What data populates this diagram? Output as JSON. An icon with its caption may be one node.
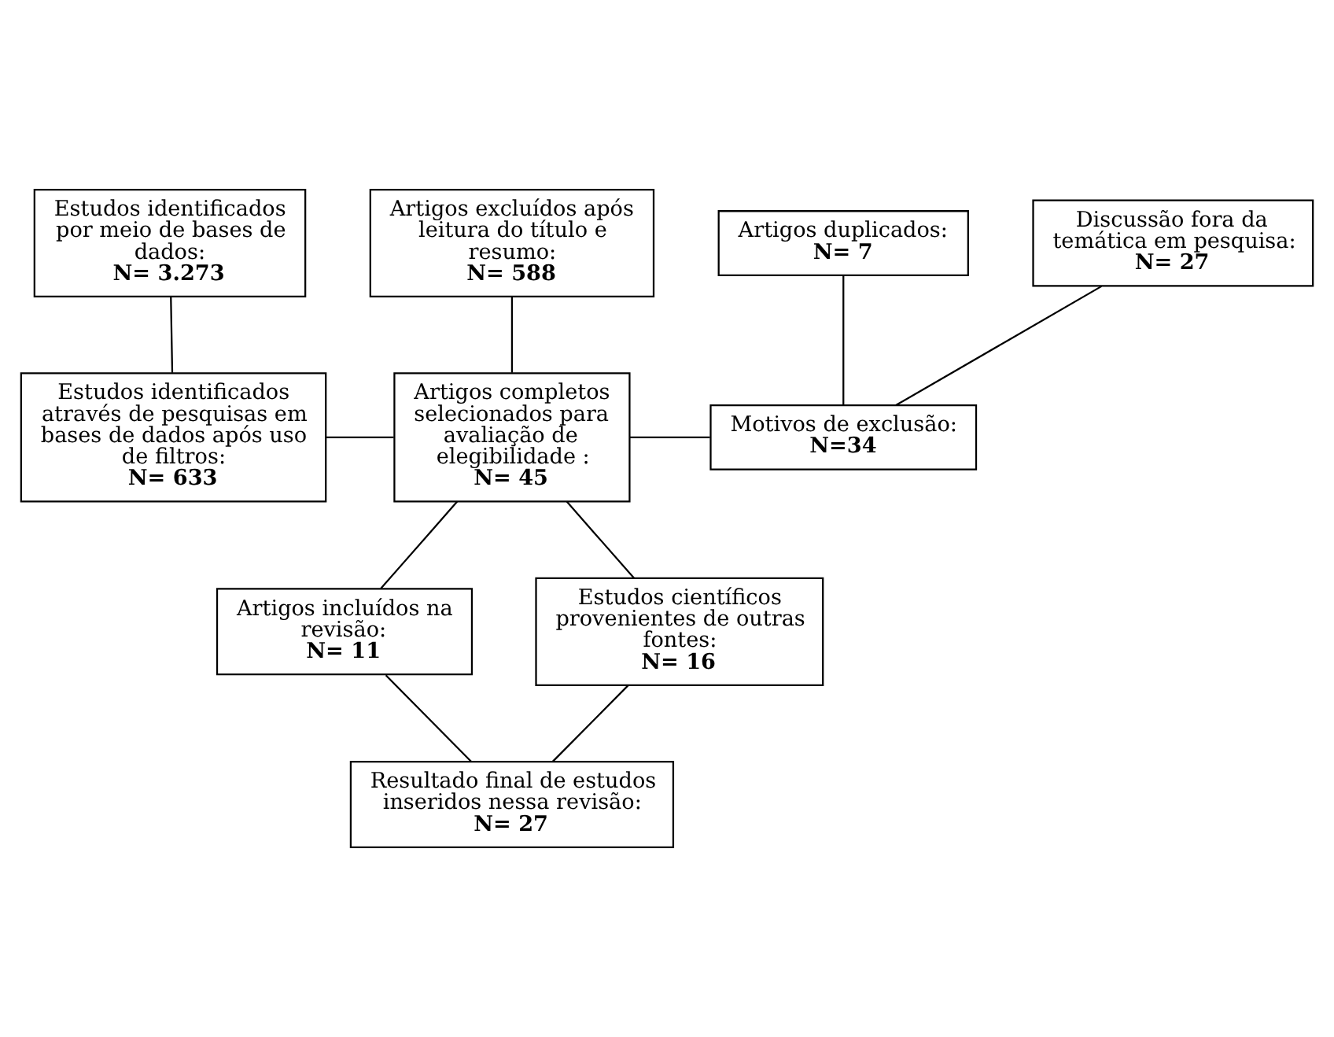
{
  "diagram": {
    "nodes": [
      {
        "text": [
          "Estudos identificados por meio de bases de dados:",
          "N= 3.273"
        ]
      },
      {
        "text": [
          "Artigos excluídos após leitura do título e resumo:",
          "N= 588"
        ]
      },
      {
        "text": [
          "Artigos duplicados:",
          "N= 7"
        ]
      },
      {
        "text": [
          "Discussão fora da temática em pesquisa:",
          "N= 27"
        ]
      },
      {
        "text": [
          "Estudos identificados através de pesquisas em bases de dados após uso de filtros:",
          "N= 633"
        ]
      },
      {
        "text": [
          "Artigos completos selecionados para avaliação de elegibilidade :",
          "N= 45"
        ]
      },
      {
        "text": [
          "Motivos de exclusão:",
          "N=34"
        ]
      },
      {
        "text": [
          "Artigos incluídos na revisão:",
          "N= 11"
        ]
      },
      {
        "text": [
          "Estudos científicos provenientes de outras fontes:",
          "N= 16"
        ]
      },
      {
        "text": [
          "Resultado final de estudos inseridos nessa revisão:",
          "N= 27"
        ]
      }
    ],
    "edges": [
      {
        "from": 0,
        "to": 4,
        "arrow": "none"
      },
      {
        "from": 1,
        "to": 5,
        "arrow": "none"
      },
      {
        "from": 2,
        "to": 6,
        "arrow": "none"
      },
      {
        "from": 3,
        "to": 6,
        "arrow": "none"
      },
      {
        "from": 4,
        "to": 5,
        "arrow": "none"
      },
      {
        "from": 5,
        "to": 6,
        "arrow": "none"
      },
      {
        "from": 5,
        "to": 7,
        "arrow": "none"
      },
      {
        "from": 5,
        "to": 8,
        "arrow": "none"
      },
      {
        "from": 7,
        "to": 9,
        "arrow": "none"
      },
      {
        "from": 8,
        "to": 9,
        "arrow": "none"
      }
    ]
  }
}
